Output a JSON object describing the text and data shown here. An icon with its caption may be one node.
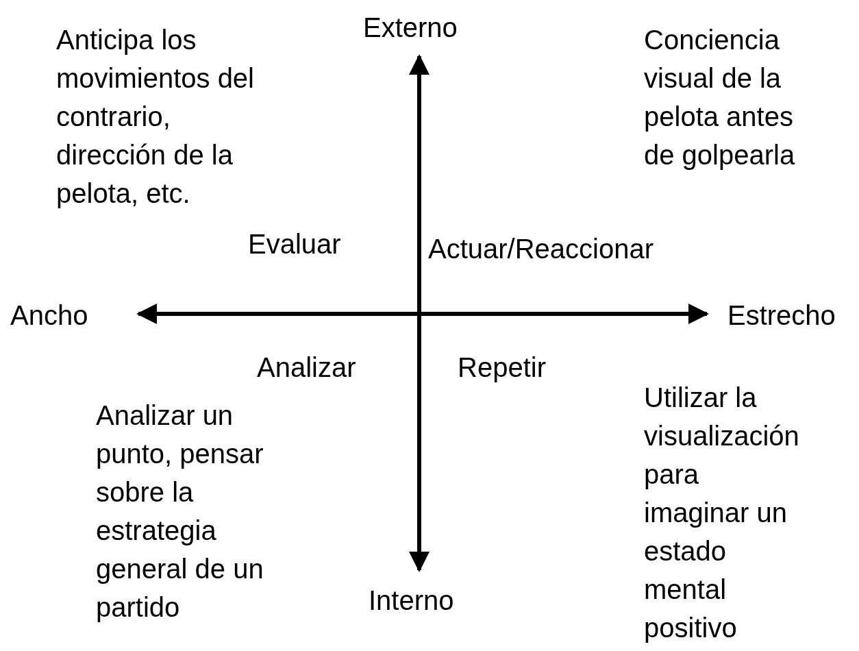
{
  "diagram": {
    "labels": [
      "Externo",
      "Anticipa los movimientos del contrario, dirección de la pelota, etc.",
      "Conciencia visual de la pelota antes de golpearla",
      "Evaluar",
      "Actuar/Reaccionar",
      "Ancho",
      "Estrecho",
      "Analizar",
      "Repetir",
      "Analizar un punto, pensar sobre la estrategia general de un partido",
      "Utilizar la visualización para imaginar un estado mental positivo",
      "Interno"
    ]
  }
}
